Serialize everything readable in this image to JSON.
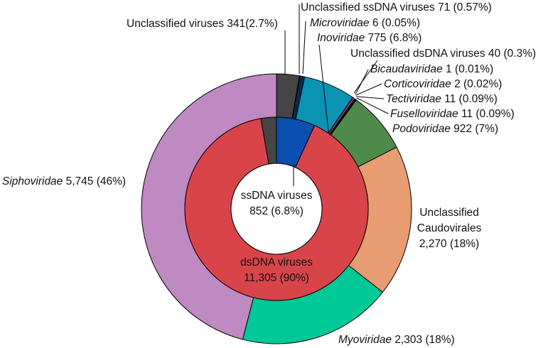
{
  "chart_data": {
    "type": "pie",
    "subtype": "nested-donut",
    "title": "",
    "inner_ring": [
      {
        "name": "ssDNA viruses",
        "value": 852,
        "pct_label": "852 (6.8%)",
        "color": "#0a4fb0"
      },
      {
        "name": "dsDNA viruses",
        "value": 11305,
        "pct_label": "11,305 (90%)",
        "color": "#d9444b"
      },
      {
        "name": "",
        "value": 341,
        "color": "#454545"
      }
    ],
    "outer_ring": [
      {
        "name": "Unclassified viruses",
        "value": 341,
        "value_label": "341(2.7%)",
        "color": "#454545"
      },
      {
        "name": "Microviridae",
        "value": 6,
        "value_label": "6 (0.05%)",
        "color": "#1b1b1b"
      },
      {
        "name": "Unclassified ssDNA viruses",
        "value": 71,
        "value_label": "71 (0.57%)",
        "color": "#0c2a4a"
      },
      {
        "name": "Inoviridae",
        "value": 775,
        "value_label": "775 (6.8%)",
        "color": "#0b93b4"
      },
      {
        "name": "Unclassified dsDNA viruses",
        "value": 40,
        "value_label": "40 (0.3%)",
        "color": "#7a3d6e"
      },
      {
        "name": "Bicaudaviridae",
        "value": 1,
        "value_label": "1 (0.01%)",
        "color": "#666666"
      },
      {
        "name": "Corticoviridae",
        "value": 2,
        "value_label": "2 (0.02%)",
        "color": "#888888"
      },
      {
        "name": "Tectiviridae",
        "value": 11,
        "value_label": "11 (0.09%)",
        "color": "#a0a0a0"
      },
      {
        "name": "Fuselloviridae",
        "value": 11,
        "value_label": "11 (0.09%)",
        "color": "#cc6f6f"
      },
      {
        "name": "Podoviridae",
        "value": 922,
        "value_label": "922 (7%)",
        "color": "#4f8a4c"
      },
      {
        "name": "Unclassified Caudovirales",
        "value": 2270,
        "value_label": "2,270 (18%)",
        "color": "#e89c72"
      },
      {
        "name": "Myoviridae",
        "value": 2303,
        "value_label": "2,303 (18%)",
        "color": "#00c896"
      },
      {
        "name": "Siphoviridae",
        "value": 5745,
        "value_label": "5,745 (46%)",
        "color": "#bf89c2"
      }
    ],
    "labels": {
      "unclassified_viruses": "Unclassified viruses 341(2.7%)",
      "unclassified_ssdna": "Unclassified ssDNA viruses 71 (0.57%)",
      "microviridae_name": "Microviridae",
      "microviridae_val": " 6 (0.05%)",
      "inoviridae_name": "Inoviridae",
      "inoviridae_val": " 775 (6.8%)",
      "unclassified_dsdna": "Unclassified dsDNA viruses 40 (0.3%)",
      "bicaudaviridae_name": "Bicaudaviridae",
      "bicaudaviridae_val": " 1 (0.01%)",
      "corticoviridae_name": "Corticoviridae",
      "corticoviridae_val": " 2 (0.02%)",
      "tectiviridae_name": "Tectiviridae",
      "tectiviridae_val": " 11 (0.09%)",
      "fuselloviridae_name": "Fuselloviridae",
      "fuselloviridae_val": " 11 (0.09%)",
      "podoviridae_name": "Podoviridae",
      "podoviridae_val": " 922 (7%)",
      "caudovirales_line1": "Unclassified",
      "caudovirales_line2": "Caudovirales",
      "caudovirales_line3": "2,270 (18%)",
      "myoviridae_name": "Myoviridae",
      "myoviridae_val": " 2,303 (18%)",
      "siphoviridae_name": "Siphoviridae",
      "siphoviridae_val": " 5,745 (46%)",
      "ssdna_line1": "ssDNA viruses",
      "ssdna_line2": "852 (6.8%)",
      "dsdna_line1": "dsDNA viruses",
      "dsdna_line2": "11,305 (90%)"
    }
  }
}
